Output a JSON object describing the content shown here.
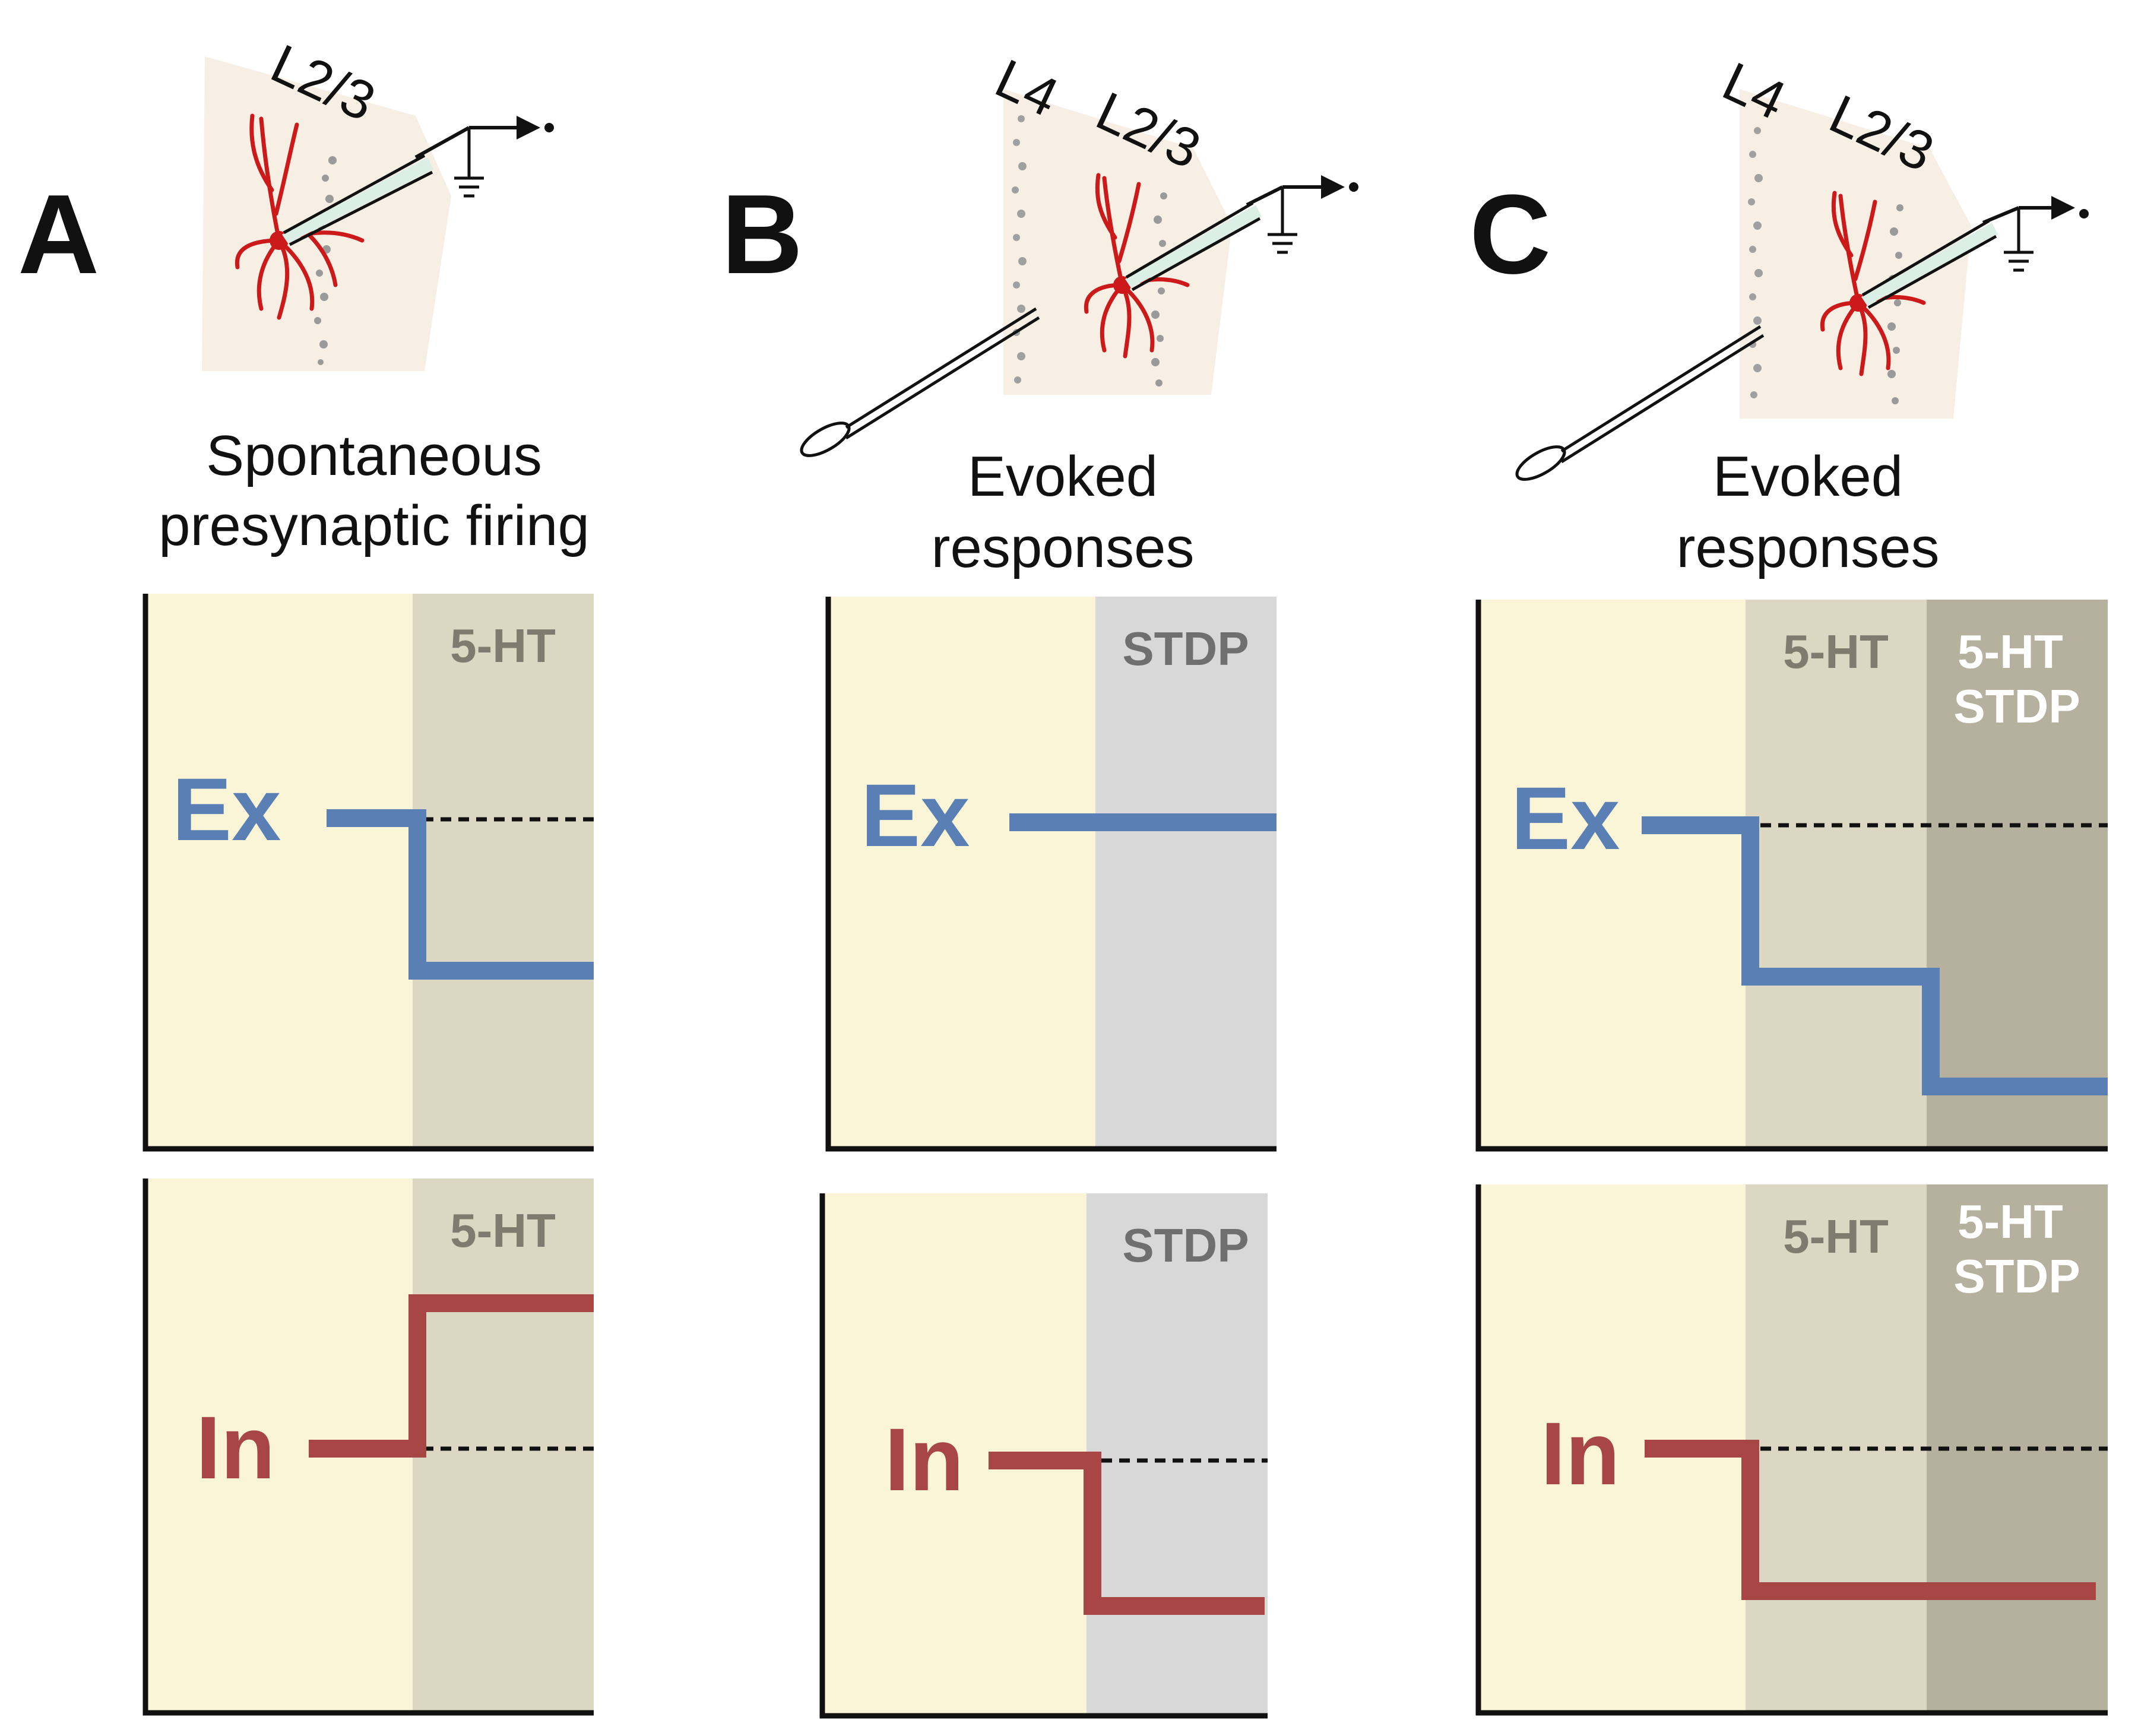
{
  "colors": {
    "baseline_bg": "#fbf5d8",
    "ht_bg": "#dbd7c3",
    "stdp_bg": "#d8d8d8",
    "ht_stdp_bg": "#b6b09e",
    "excitatory": "#5a7fb5",
    "inhibitory": "#a84646",
    "neuron": "#cc1a1a",
    "ht_label": "#7f7b6e",
    "stdp_label": "#6f6f6f",
    "ht_stdp_label": "#ffffff"
  },
  "panels": {
    "A": {
      "letter": "A",
      "layer_labels": [
        "L2/3"
      ],
      "caption_lines": [
        "Spontaneous",
        "presynaptic firing"
      ],
      "excitatory_plot": {
        "regions": [
          "5-HT"
        ],
        "trace_label": "Ex",
        "trace_levels": [
          1.0,
          0.0
        ],
        "baseline_level": 1.0
      },
      "inhibitory_plot": {
        "regions": [
          "5-HT"
        ],
        "trace_label": "In",
        "trace_levels": [
          0.0,
          1.0
        ],
        "baseline_level": 0.0
      }
    },
    "B": {
      "letter": "B",
      "layer_labels": [
        "L4",
        "L2/3"
      ],
      "caption_lines": [
        "Evoked",
        "responses"
      ],
      "excitatory_plot": {
        "regions": [
          "STDP"
        ],
        "trace_label": "Ex",
        "trace_levels": [
          1.0,
          1.0
        ]
      },
      "inhibitory_plot": {
        "regions": [
          "STDP"
        ],
        "trace_label": "In",
        "trace_levels": [
          1.0,
          0.0
        ],
        "baseline_level": 1.0
      }
    },
    "C": {
      "letter": "C",
      "layer_labels": [
        "L4",
        "L2/3"
      ],
      "caption_lines": [
        "Evoked",
        "responses"
      ],
      "excitatory_plot": {
        "regions": [
          "5-HT",
          "5-HT\nSTDP"
        ],
        "trace_label": "Ex",
        "trace_levels": [
          1.0,
          0.5,
          0.0
        ],
        "baseline_level": 1.0
      },
      "inhibitory_plot": {
        "regions": [
          "5-HT",
          "5-HT\nSTDP"
        ],
        "trace_label": "In",
        "trace_levels": [
          1.0,
          0.0,
          0.0
        ],
        "baseline_level": 1.0
      }
    }
  }
}
